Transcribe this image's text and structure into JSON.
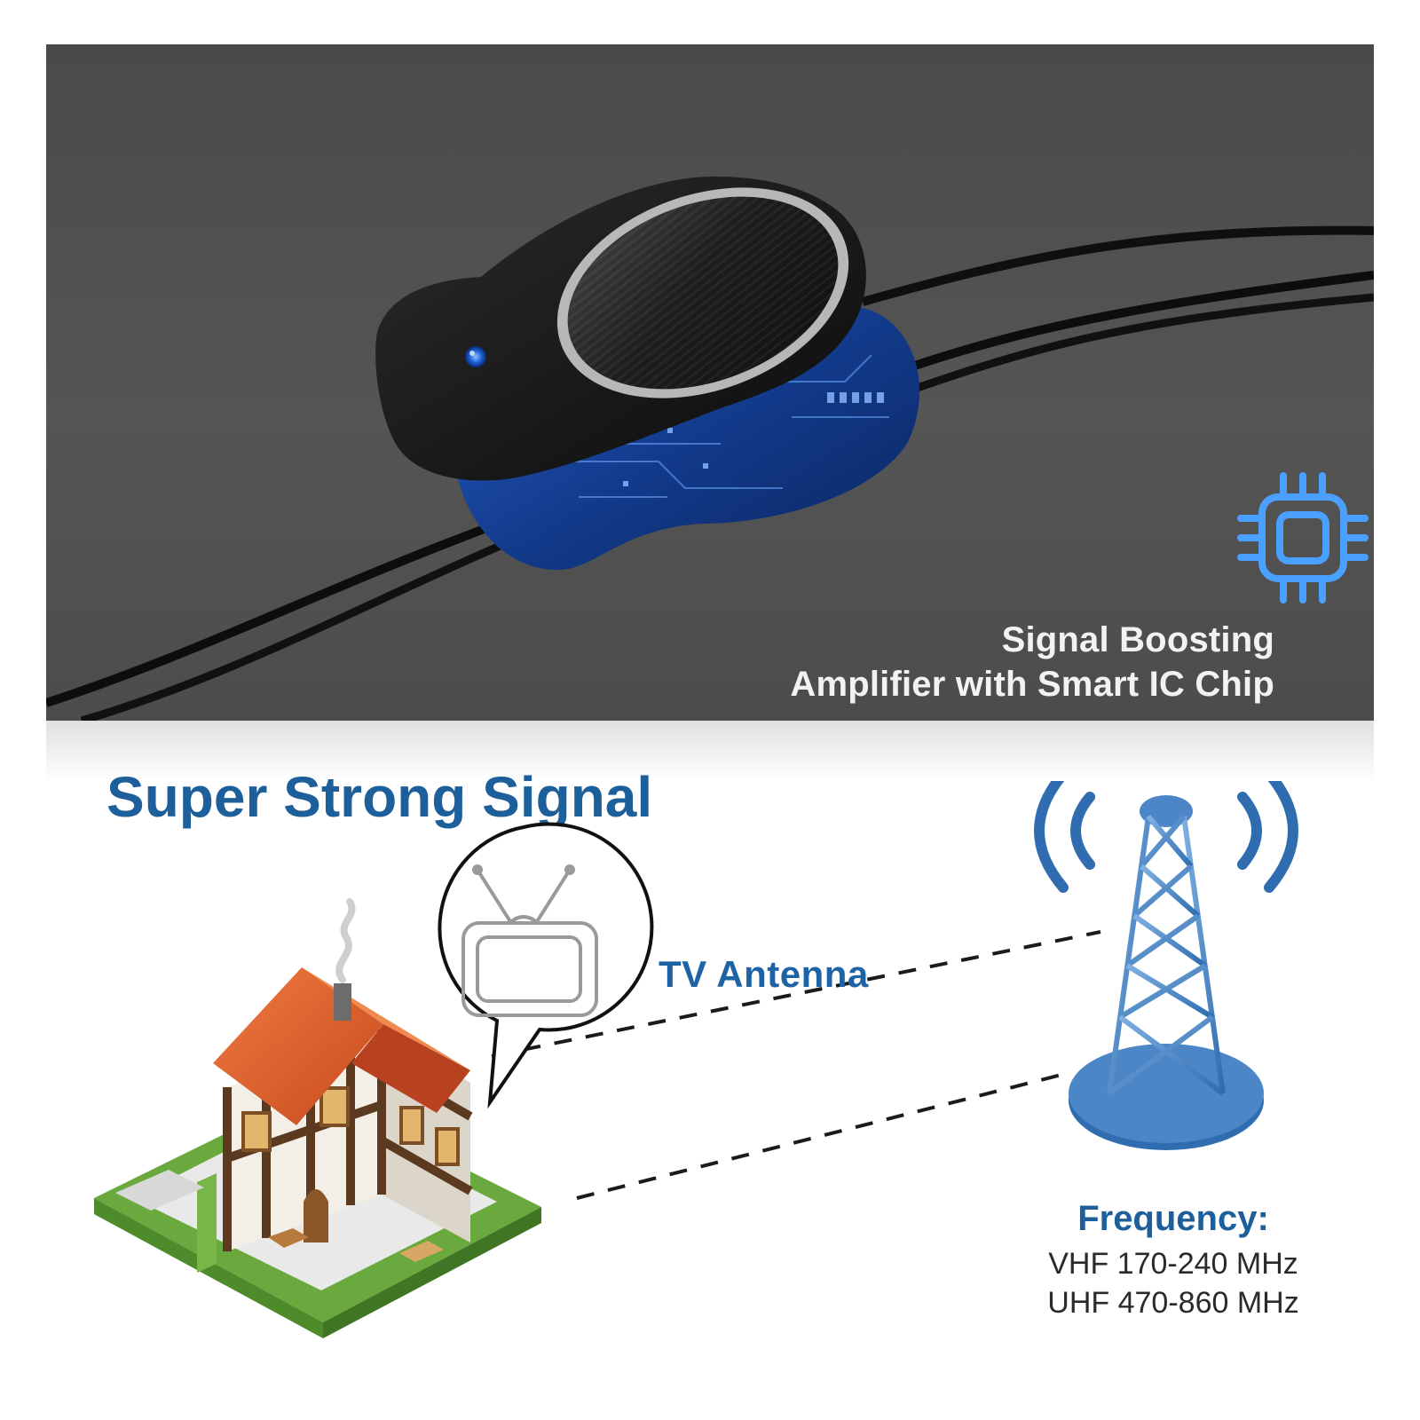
{
  "top_panel": {
    "feature_lines": [
      "Signal Boosting",
      "Amplifier with Smart IC Chip"
    ]
  },
  "bottom_panel": {
    "headline": "Super Strong Signal",
    "tv_antenna_label": "TV Antenna",
    "frequency": {
      "title": "Frequency:",
      "lines": [
        "VHF 170-240 MHz",
        "UHF 470-860 MHz"
      ]
    }
  },
  "colors": {
    "accent_blue": "#1d5f9a",
    "icon_blue": "#4a90e2",
    "roof_orange": "#d9542a",
    "grass_green": "#6aa93d",
    "tower_blue": "#2f6db0"
  },
  "icons": {
    "chip": "chip-icon",
    "tower": "tower-icon",
    "house": "house-icon",
    "tv": "tv-icon"
  }
}
